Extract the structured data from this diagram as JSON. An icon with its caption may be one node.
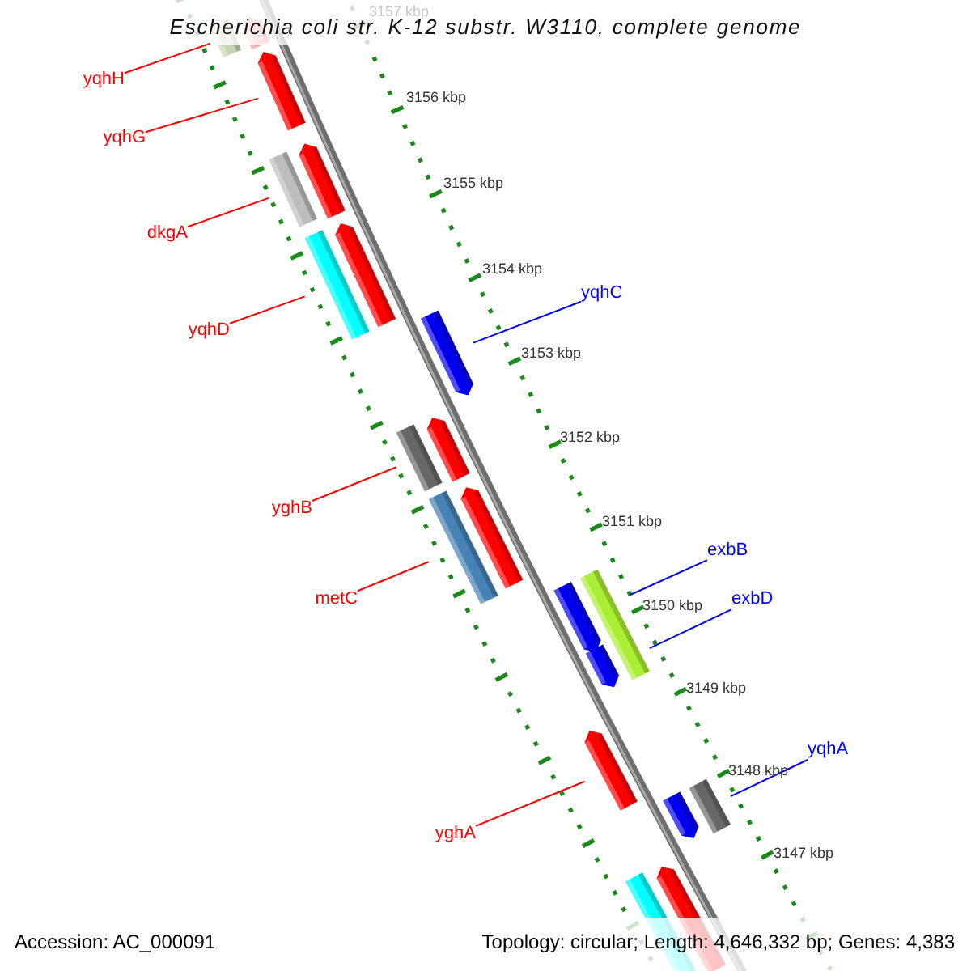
{
  "diagram": {
    "title": "Escherichia coli str. K-12 substr. W3110, complete genome",
    "nodes": [
      {
        "text": [
          "yqhH"
        ]
      },
      {
        "text": [
          "yqhG"
        ]
      },
      {
        "text": [
          "dkgA"
        ]
      },
      {
        "text": [
          "yqhC"
        ]
      },
      {
        "text": [
          "yqhD"
        ]
      },
      {
        "text": [
          "yghB"
        ]
      },
      {
        "text": [
          "exbB"
        ]
      },
      {
        "text": [
          "metC"
        ]
      },
      {
        "text": [
          "exbD"
        ]
      },
      {
        "text": [
          "yqhA"
        ]
      },
      {
        "text": [
          "yghA"
        ]
      },
      {
        "text": [],
        "shape": "pentagon"
      },
      {
        "text": [],
        "shape": "bar"
      },
      {
        "text": [],
        "shape": "pentagon"
      },
      {
        "text": [],
        "shape": "pentagon"
      },
      {
        "text": [],
        "shape": "bar"
      },
      {
        "text": [],
        "shape": "pentagon"
      },
      {
        "text": [],
        "shape": "bar"
      },
      {
        "text": [],
        "shape": "pentagon"
      },
      {
        "text": [],
        "shape": "pentagon"
      },
      {
        "text": [],
        "shape": "bar"
      },
      {
        "text": [],
        "shape": "pentagon"
      },
      {
        "text": [],
        "shape": "bar"
      },
      {
        "text": [],
        "shape": "bar"
      },
      {
        "text": [],
        "shape": "pentagon"
      },
      {
        "text": [],
        "shape": "bar"
      },
      {
        "text": [],
        "shape": "pentagon"
      },
      {
        "text": [],
        "shape": "pentagon"
      },
      {
        "text": [],
        "shape": "bar"
      },
      {
        "text": [],
        "shape": "pentagon"
      },
      {
        "text": [],
        "shape": "pentagon"
      },
      {
        "text": [],
        "shape": "bar"
      }
    ],
    "edges": [
      {
        "from": 0,
        "to": 12,
        "arrow": "none"
      },
      {
        "from": 1,
        "to": 13,
        "arrow": "none"
      },
      {
        "from": 2,
        "to": 15,
        "arrow": "none"
      },
      {
        "from": 3,
        "to": 18,
        "arrow": "none",
        "color": "#0000ff"
      },
      {
        "from": 4,
        "to": 17,
        "arrow": "none"
      },
      {
        "from": 5,
        "to": 20,
        "arrow": "none"
      },
      {
        "from": 6,
        "to": 23,
        "arrow": "none",
        "color": "#0000ff"
      },
      {
        "from": 7,
        "to": 22,
        "arrow": "none"
      },
      {
        "from": 8,
        "to": 25,
        "arrow": "none",
        "color": "#0000ff"
      },
      {
        "from": 9,
        "to": 28,
        "arrow": "none",
        "color": "#0000ff"
      },
      {
        "from": 10,
        "to": 27,
        "arrow": "none"
      }
    ],
    "labels": [
      "3157 kbp",
      "3156 kbp",
      "3155 kbp",
      "3154 kbp",
      "3153 kbp",
      "3152 kbp",
      "3151 kbp",
      "3150 kbp",
      "3149 kbp",
      "3148 kbp",
      "3147 kbp",
      "Accession: AC_000091",
      "Topology: circular; Length: 4,646,332 bp; Genes: 4,383"
    ]
  }
}
